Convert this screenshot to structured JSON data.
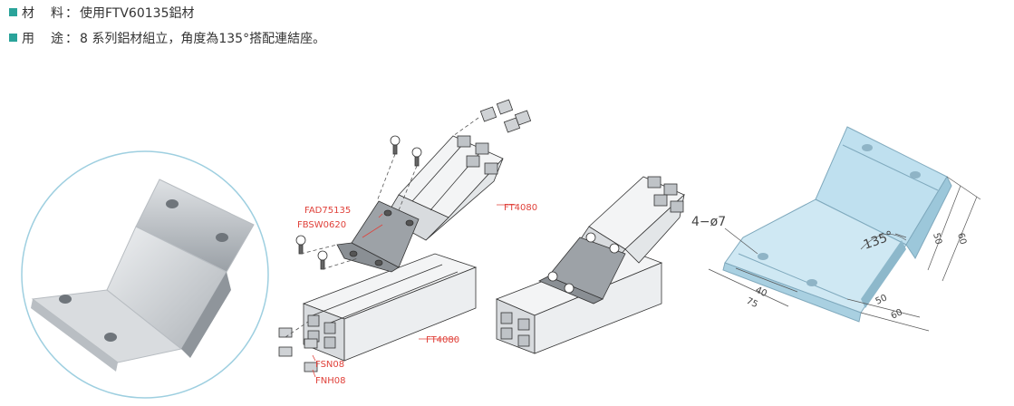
{
  "spec": {
    "material_label": "材　料：",
    "material_value": "使用FTV60135鋁材",
    "usage_label": "用　途：",
    "usage_value": "8 系列鋁材組立，角度為135°搭配連結座。"
  },
  "labels": {
    "fad": "FAD75135",
    "fbsw": "FBSW0620",
    "ft4080_top": "FT4080",
    "ft4080_bottom": "FT4080",
    "fsn": "FSN08",
    "fnh": "FNH08"
  },
  "dimensions": {
    "holes": "4−ø7",
    "angle": "135°",
    "d40": "40",
    "d75": "75",
    "d50_right": "50",
    "d60_right": "60",
    "d50_bottom": "50",
    "d60_bottom": "60"
  },
  "colors": {
    "accent": "#2aa39a",
    "callout": "#e0413a",
    "part_blue": "#bfe0ef",
    "circle_border": "#9ecfe0"
  }
}
